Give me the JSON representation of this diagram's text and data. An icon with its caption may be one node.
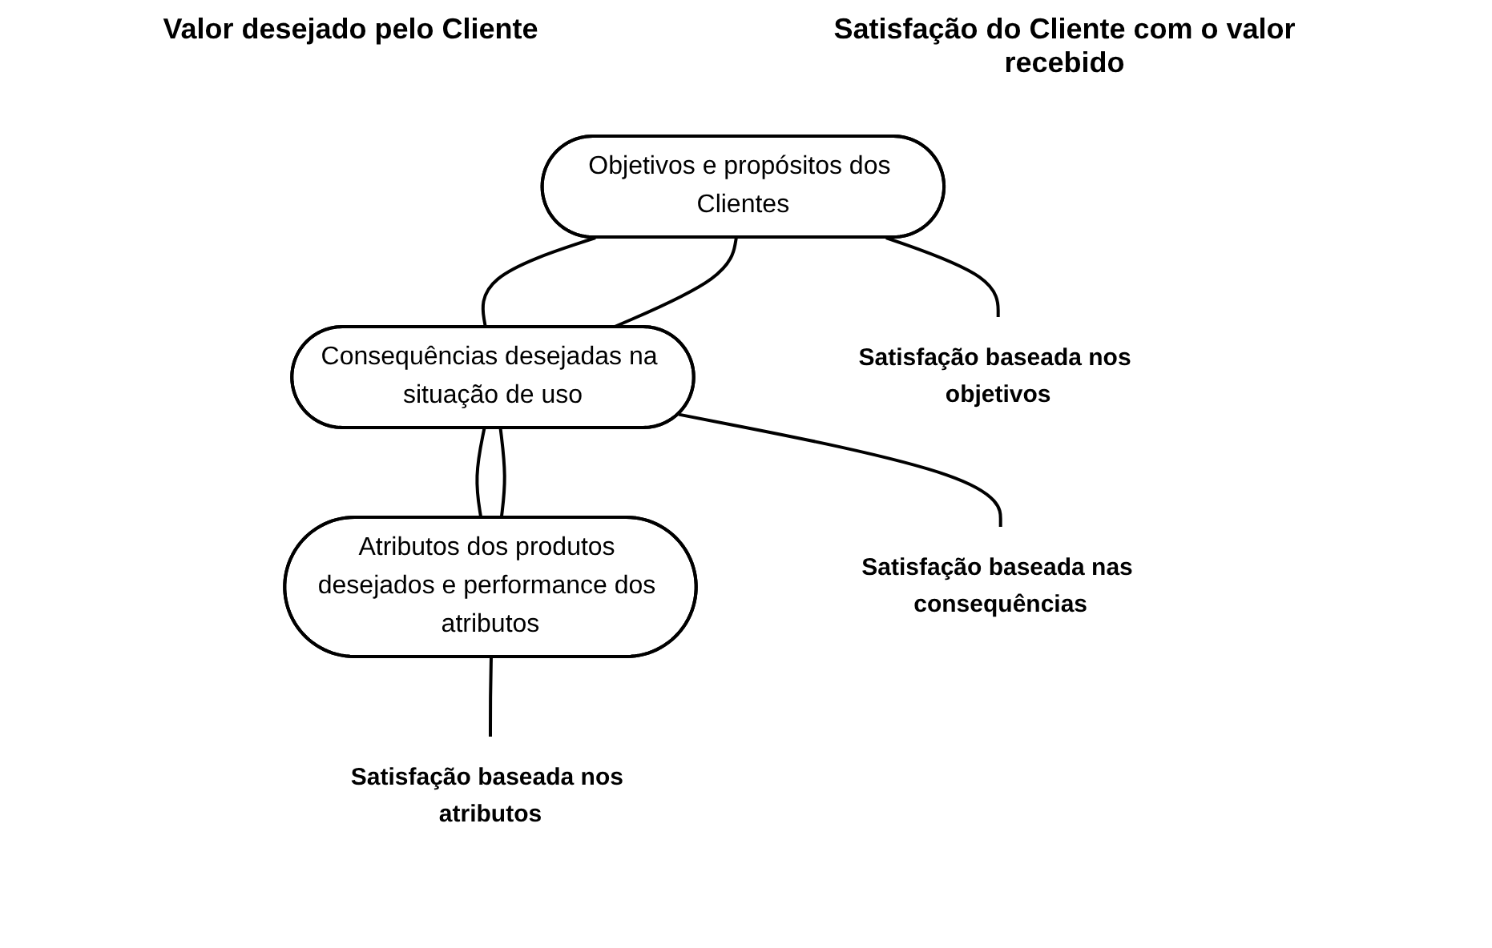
{
  "diagram": {
    "nodes": [
      {
        "text": [
          "Objetivos e propósitos dos Clientes"
        ]
      },
      {
        "text": [
          "Consequências desejadas na situação de uso"
        ]
      },
      {
        "text": [
          "Atributos dos produtos desejados e performance dos atributos"
        ]
      },
      {
        "text": [
          "Satisfação baseada nos objetivos"
        ]
      },
      {
        "text": [
          "Satisfação baseada nas consequências"
        ]
      },
      {
        "text": [
          "Satisfação baseada nos atributos"
        ]
      }
    ],
    "edges": [
      {
        "from": 0,
        "to": 3,
        "arrow": "none"
      },
      {
        "from": 0,
        "to": 1,
        "arrow": "none"
      },
      {
        "from": 0,
        "to": 1,
        "arrow": "none"
      },
      {
        "from": 1,
        "to": 4,
        "arrow": "none"
      },
      {
        "from": 1,
        "to": 2,
        "arrow": "none"
      },
      {
        "from": 1,
        "to": 2,
        "arrow": "none"
      },
      {
        "from": 2,
        "to": 5,
        "arrow": "none"
      }
    ],
    "labels": [
      "Valor desejado pelo Cliente",
      "Satisfação do Cliente com o valor recebido"
    ]
  }
}
